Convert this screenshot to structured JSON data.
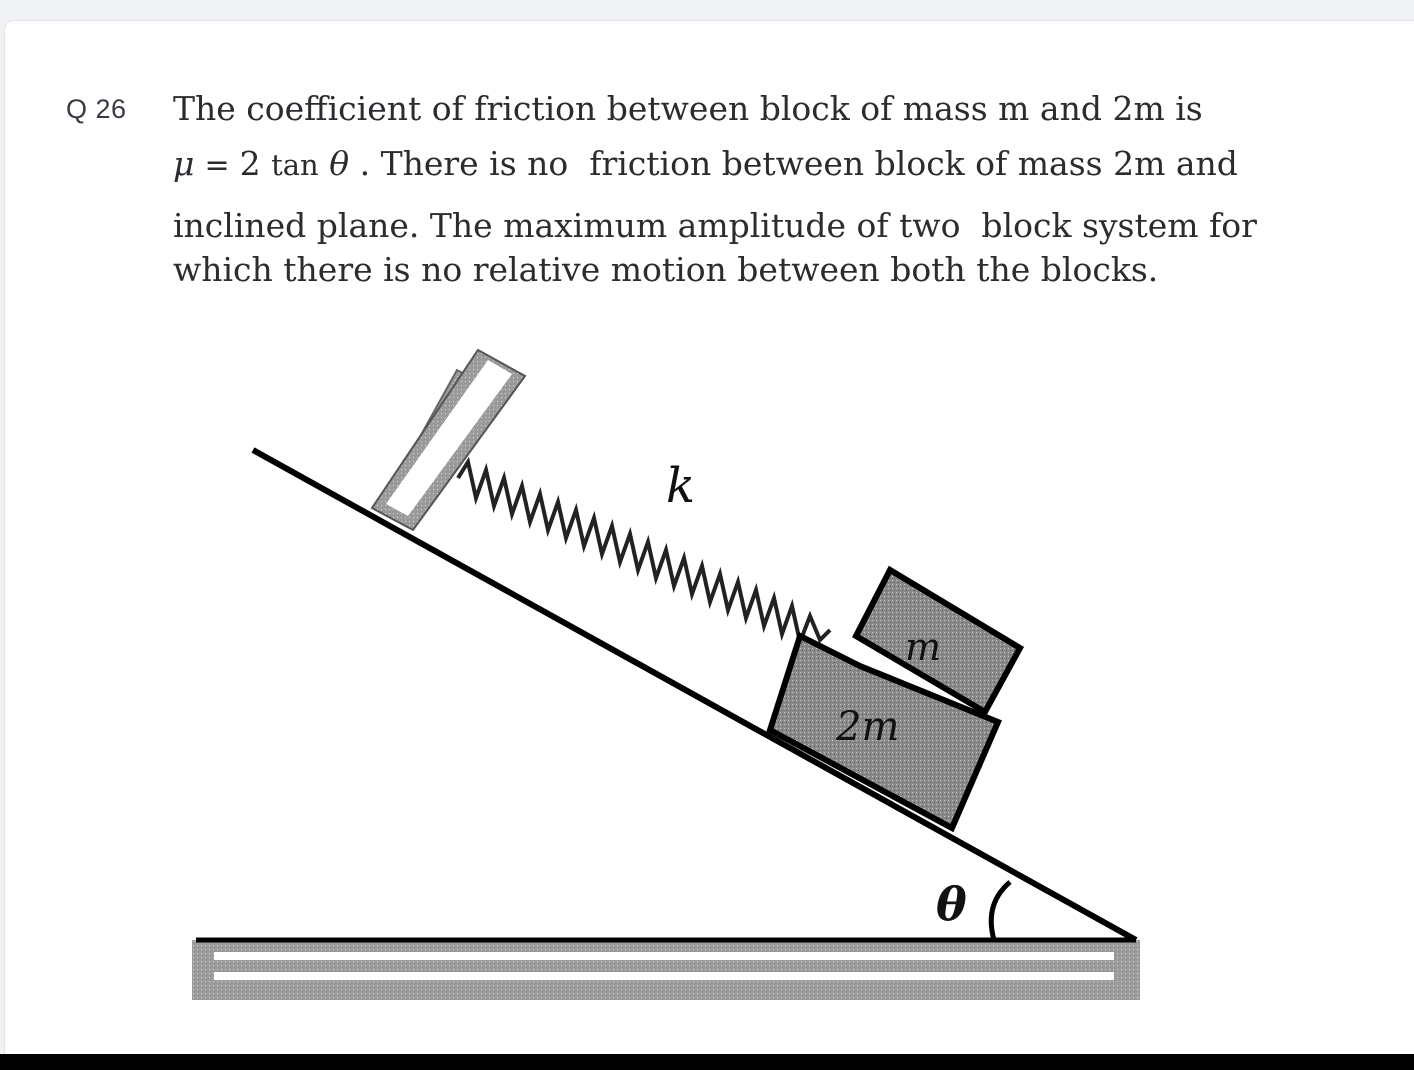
{
  "question": {
    "number_label": "Q 26",
    "lines": [
      "The coefficient of friction between block of mass m and 2m is",
      ". There is no  friction between block of mass 2m and",
      "inclined plane. The maximum amplitude of two  block system for",
      "which there is no relative motion between both the blocks."
    ],
    "formula": {
      "mu": "μ",
      "equals": "=",
      "coefficient": "2",
      "tan": "tan",
      "theta": "θ"
    }
  },
  "figure": {
    "spring_label": "k",
    "upper_block_label": "m",
    "lower_block_label": "2m",
    "angle_label": "θ"
  },
  "colors": {
    "page_bg": "#f1f2f5",
    "card_bg": "#ffffff",
    "text": "#2b2b30",
    "block_fill": "#7a7a7a",
    "line": "#000000"
  }
}
